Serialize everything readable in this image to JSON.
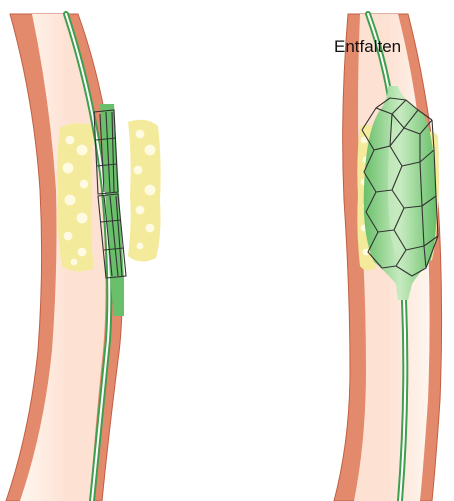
{
  "panels": [
    {
      "id": "crimped",
      "label": "",
      "stent_state": "crimped",
      "balloon_state": "deflated"
    },
    {
      "id": "expanded",
      "label": "Entfalten",
      "stent_state": "expanded",
      "balloon_state": "inflated"
    }
  ],
  "colors": {
    "vessel_wall": "#e48a6c",
    "vessel_wall_edge": "#c05f44",
    "lumen": "#fde2d3",
    "lumen_highlight": "#fff6ef",
    "guidewire": "#3f9f4f",
    "guidewire_core": "#ffffff",
    "balloon": "#69bf6a",
    "balloon_light": "#c7ebc0",
    "plaque": "#f4ea9b",
    "plaque_highlight": "#fffbe3",
    "stent_strut": "#333333"
  }
}
